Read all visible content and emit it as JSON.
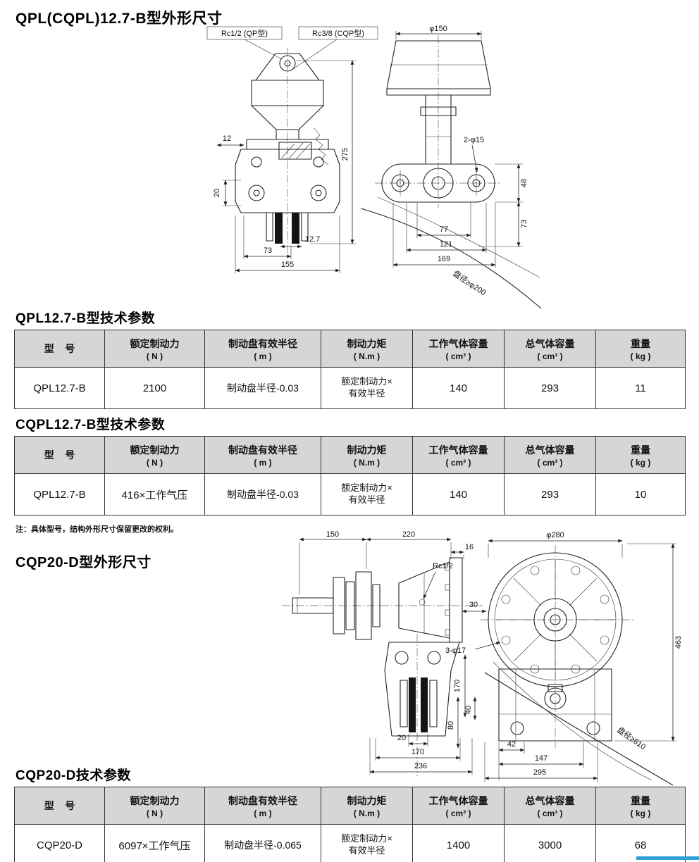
{
  "page": {
    "accent_color": "#2e9fd4"
  },
  "sections": {
    "qpl_dims_title": "QPL(CQPL)12.7-B型外形尺寸",
    "qpl_params_title": "QPL12.7-B型技术参数",
    "cqpl_params_title": "CQPL12.7-B型技术参数",
    "note": "注：具体型号，结构外形尺寸保留更改的权利。",
    "cqp_dims_title": "CQP20-D型外形尺寸",
    "cqp_params_title": "CQP20-D技术参数"
  },
  "table": {
    "headers": [
      {
        "l1": "型    号",
        "l2": ""
      },
      {
        "l1": "额定制动力",
        "l2": "( N )"
      },
      {
        "l1": "制动盘有效半径",
        "l2": "( m )"
      },
      {
        "l1": "制动力矩",
        "l2": "( N.m )"
      },
      {
        "l1": "工作气体容量",
        "l2": "( cm³ )"
      },
      {
        "l1": "总气体容量",
        "l2": "( cm³ )"
      },
      {
        "l1": "重量",
        "l2": "( kg )"
      }
    ]
  },
  "qpl_row": {
    "model": "QPL12.7-B",
    "brake_force": "2100",
    "effective_radius": "制动盘半径-0.03",
    "torque_l1": "额定制动力×",
    "torque_l2": "有效半径",
    "working_gas": "140",
    "total_gas": "293",
    "weight": "11"
  },
  "cqpl_row": {
    "model": "QPL12.7-B",
    "brake_force": "416×工作气压",
    "effective_radius": "制动盘半径-0.03",
    "torque_l1": "额定制动力×",
    "torque_l2": "有效半径",
    "working_gas": "140",
    "total_gas": "293",
    "weight": "10"
  },
  "cqp_row": {
    "model": "CQP20-D",
    "brake_force": "6097×工作气压",
    "effective_radius": "制动盘半径-0.065",
    "torque_l1": "额定制动力×",
    "torque_l2": "有效半径",
    "working_gas": "1400",
    "total_gas": "3000",
    "weight": "68"
  },
  "drawing_qpl": {
    "port_qp": "Rc1/2 (QP型)",
    "port_cqp": "Rc3/8 (CQP型)",
    "dia150": "φ150",
    "h275": "275",
    "w12": "12",
    "h20": "20",
    "w12_7": "12.7",
    "w73": "73",
    "w155": "155",
    "holes": "2-φ15",
    "h48": "48",
    "h73": "73",
    "w77": "77",
    "w121": "121",
    "w169": "169",
    "disc_note": "盘径≥φ200"
  },
  "drawing_cqp": {
    "w150": "150",
    "w220": "220",
    "w16": "16",
    "port": "Rc1/2",
    "dia280": "φ280",
    "w30": "30",
    "holes": "3-φ17",
    "h170": "170",
    "h40": "40",
    "h80": "80",
    "w20": "20",
    "w170": "170",
    "w236": "236",
    "w42": "42",
    "w147": "147",
    "w295": "295",
    "h463": "463",
    "disc_note": "盘径≥610"
  }
}
